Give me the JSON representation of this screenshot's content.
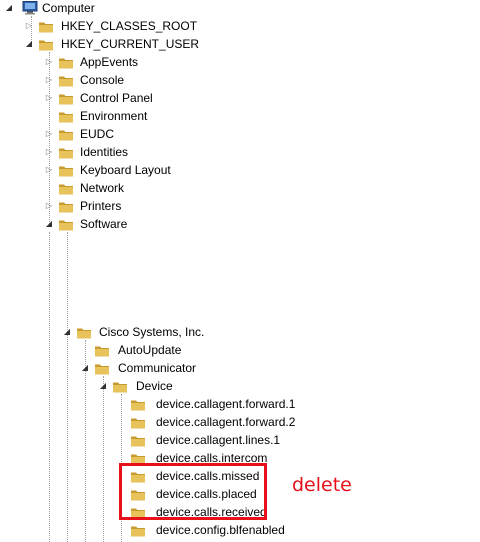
{
  "tree": {
    "root": {
      "label": "Computer",
      "icon": "computer-icon"
    },
    "hives": [
      {
        "label": "HKEY_CLASSES_ROOT",
        "expanded": false
      },
      {
        "label": "HKEY_CURRENT_USER",
        "expanded": true
      }
    ],
    "hkcu_children": [
      {
        "label": "AppEvents",
        "expanded": false
      },
      {
        "label": "Console",
        "expanded": false
      },
      {
        "label": "Control Panel",
        "expanded": false
      },
      {
        "label": "Environment",
        "expanded": false
      },
      {
        "label": "EUDC",
        "expanded": false
      },
      {
        "label": "Identities",
        "expanded": false
      },
      {
        "label": "Keyboard Layout",
        "expanded": false
      },
      {
        "label": "Network",
        "expanded": false
      },
      {
        "label": "Printers",
        "expanded": false
      },
      {
        "label": "Software",
        "expanded": true
      }
    ],
    "cisco": {
      "label": "Cisco Systems, Inc.",
      "expanded": true
    },
    "cisco_children": [
      {
        "label": "AutoUpdate",
        "expanded": false
      },
      {
        "label": "Communicator",
        "expanded": true
      }
    ],
    "device": {
      "label": "Device",
      "expanded": true
    },
    "device_children": [
      {
        "label": "device.callagent.forward.1"
      },
      {
        "label": "device.callagent.forward.2"
      },
      {
        "label": "device.callagent.lines.1"
      },
      {
        "label": "device.calls.intercom"
      },
      {
        "label": "device.calls.missed"
      },
      {
        "label": "device.calls.placed"
      },
      {
        "label": "device.calls.received"
      },
      {
        "label": "device.config.blfenabled"
      }
    ]
  },
  "annotation": {
    "text": "delete",
    "color": "#e8101a"
  },
  "colors": {
    "folder": "#e8c25a",
    "folder_dark": "#c79a2e",
    "guide": "#a0a0a0"
  }
}
